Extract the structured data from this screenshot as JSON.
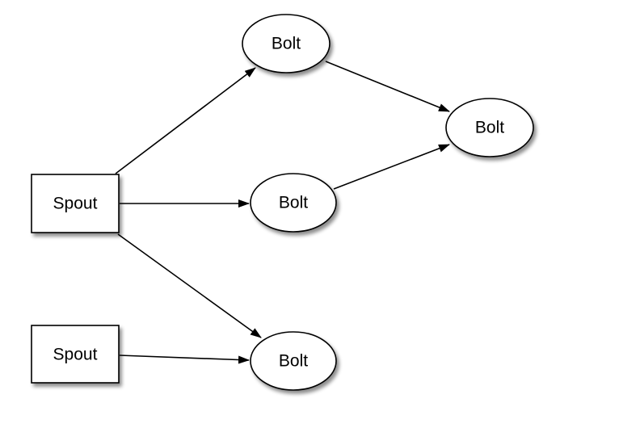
{
  "diagram": {
    "nodes": [
      {
        "id": "spout-1",
        "shape": "rectangle",
        "label": "Spout"
      },
      {
        "id": "spout-2",
        "shape": "rectangle",
        "label": "Spout"
      },
      {
        "id": "bolt-top",
        "shape": "ellipse",
        "label": "Bolt"
      },
      {
        "id": "bolt-middle",
        "shape": "ellipse",
        "label": "Bolt"
      },
      {
        "id": "bolt-bottom",
        "shape": "ellipse",
        "label": "Bolt"
      },
      {
        "id": "bolt-right",
        "shape": "ellipse",
        "label": "Bolt"
      }
    ],
    "edges": [
      {
        "from": "spout-1",
        "to": "bolt-top"
      },
      {
        "from": "spout-1",
        "to": "bolt-middle"
      },
      {
        "from": "spout-1",
        "to": "bolt-bottom"
      },
      {
        "from": "spout-2",
        "to": "bolt-bottom"
      },
      {
        "from": "bolt-top",
        "to": "bolt-right"
      },
      {
        "from": "bolt-middle",
        "to": "bolt-right"
      }
    ],
    "colors": {
      "stroke": "#000000",
      "fill": "#ffffff",
      "shadow": "#999999"
    }
  }
}
